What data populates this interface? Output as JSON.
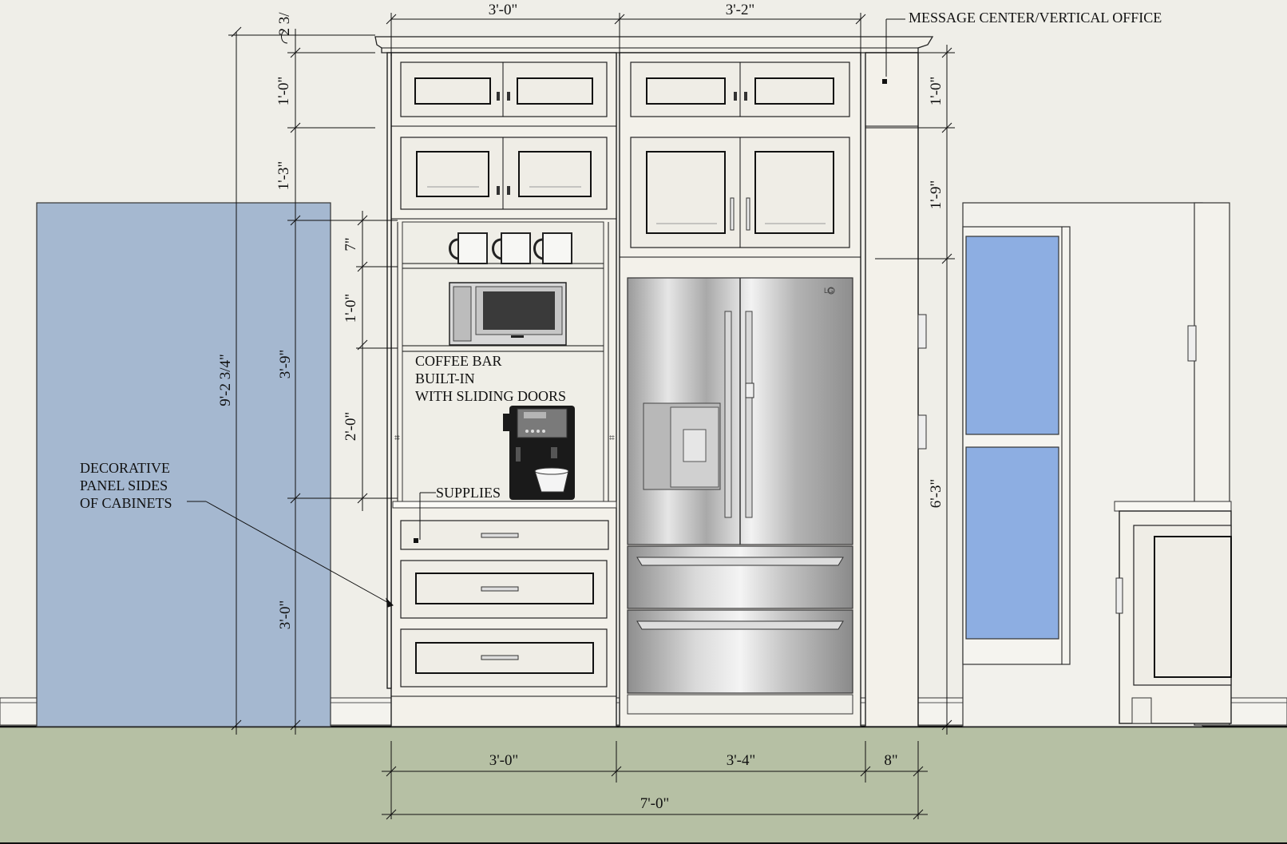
{
  "dimensions": {
    "top_left_width": "3'-0\"",
    "top_right_width": "3'-2\"",
    "crown_height": "2 3/",
    "upper_cabinet_left": "1'-0\"",
    "mid_cabinet_left": "1'-3\"",
    "mug_shelf": "7\"",
    "microwave_shelf": "1'-0\"",
    "counter_opening": "2'-0\"",
    "coffee_bar_height": "3'-9\"",
    "overall_height": "9'-2 3/4\"",
    "base_height": "3'-0\"",
    "upper_cabinet_right": "1'-0\"",
    "mid_cabinet_right": "1'-9\"",
    "fridge_height": "6'-3\"",
    "bottom_coffee_width": "3'-0\"",
    "bottom_fridge_width": "3'-4\"",
    "bottom_panel_width": "8\"",
    "bottom_total_width": "7'-0\""
  },
  "notes": {
    "message_center": "MESSAGE CENTER/VERTICAL OFFICE",
    "coffee_bar_line1": "COFFEE BAR",
    "coffee_bar_line2": "BUILT-IN",
    "coffee_bar_line3": "WITH SLIDING DOORS",
    "supplies": "SUPPLIES",
    "decorative_line1": "DECORATIVE",
    "decorative_line2": "PANEL SIDES",
    "decorative_line3": "OF CABINETS"
  },
  "fridge_brand": "LG",
  "colors": {
    "wall": "#efeee8",
    "floor": "#b6c0a4",
    "side_panel": "#a5b8d0",
    "glass": "#8daee2",
    "cabinet": "#f3f1ea",
    "stainless": "#c9c9c9"
  }
}
